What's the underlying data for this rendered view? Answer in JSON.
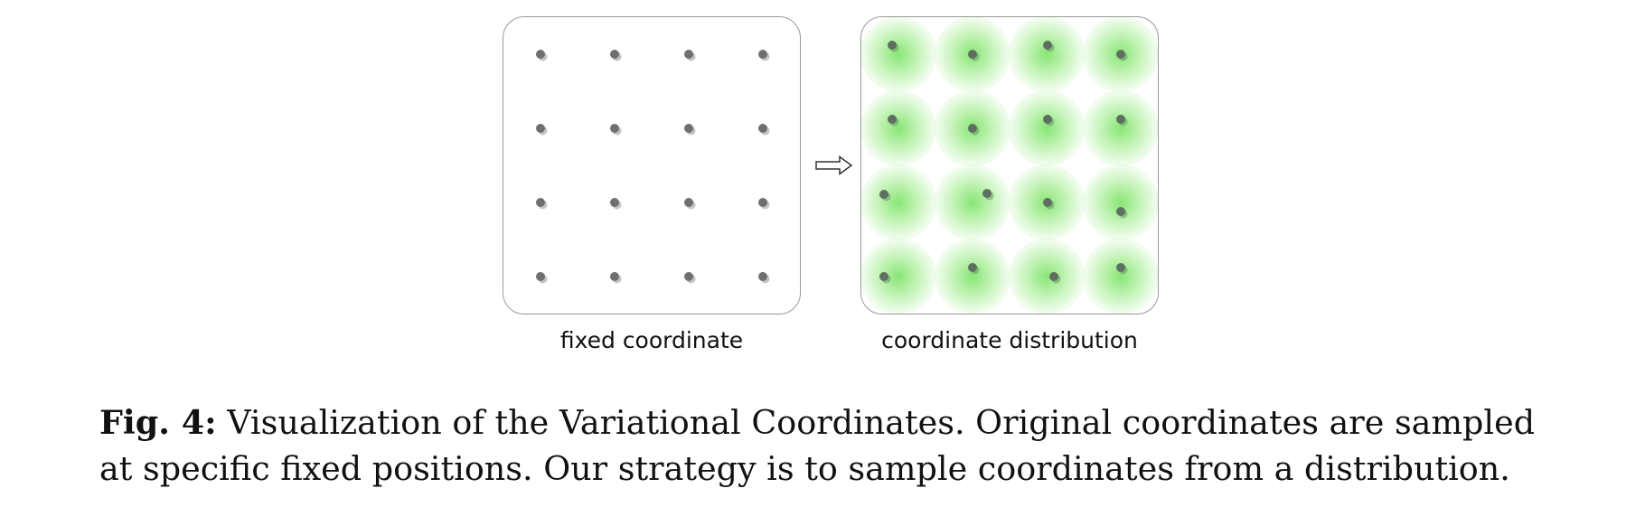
{
  "figure": {
    "left_panel_label": "fixed coordinate",
    "right_panel_label": "coordinate distribution",
    "grid": {
      "rows": 4,
      "cols": 4
    },
    "colors": {
      "point": "#6f6f6f",
      "point_shadow": "#c4c4c4",
      "distribution_glow": "#82e46e",
      "panel_border": "#9a9a9a",
      "arrow": "#333333"
    },
    "arrow_icon": "double-right-arrow-icon"
  },
  "caption": {
    "label": "Fig. 4:",
    "line1_rest": " Visualization of the Variational Coordinates. Original coordinates are sampled",
    "line2": "at specific fixed positions. Our strategy is to sample coordinates from a distribution."
  }
}
